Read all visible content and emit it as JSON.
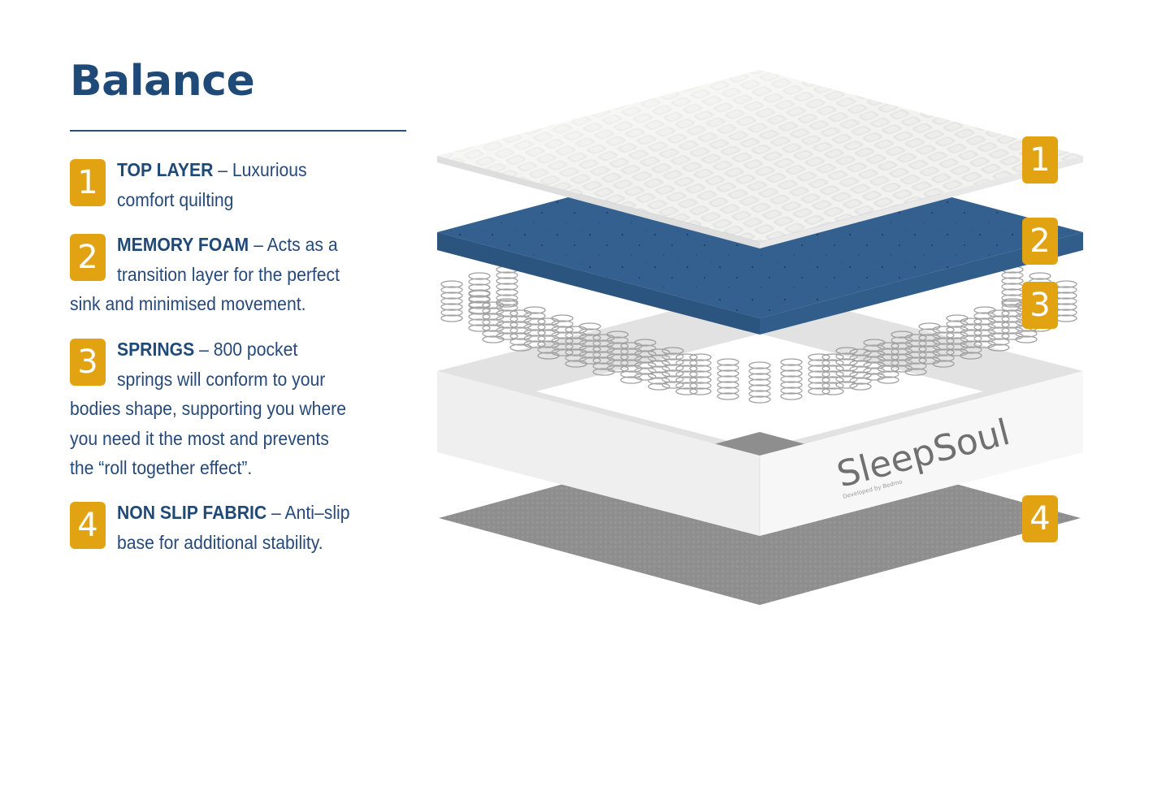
{
  "title": "Balance",
  "features": [
    {
      "number": "1",
      "heading": "TOP LAYER",
      "separator": " – ",
      "line1_rest": "Luxurious",
      "lines": [
        "comfort quilting"
      ]
    },
    {
      "number": "2",
      "heading": "MEMORY FOAM",
      "separator": " – ",
      "line1_rest": "Acts as a",
      "lines": [
        "transition layer for the perfect",
        "sink and minimised movement."
      ]
    },
    {
      "number": "3",
      "heading": "SPRINGS",
      "separator": " – ",
      "line1_rest": "800 pocket",
      "lines": [
        "springs will conform to your",
        "bodies shape, supporting you where",
        "you need it the most and prevents",
        "the “roll together effect”."
      ]
    },
    {
      "number": "4",
      "heading": "NON SLIP FABRIC",
      "separator": " – ",
      "line1_rest": "Anti–slip",
      "lines": [
        "base for additional stability."
      ]
    }
  ],
  "diagram": {
    "brand_logo": "SleepSoul",
    "brand_tagline": "Developed by Bedmo",
    "callouts": [
      "1",
      "2",
      "3",
      "4"
    ]
  },
  "colors": {
    "navy": "#1f4a78",
    "gold": "#e2a313",
    "foam_blue": "#2f5f8f",
    "base_gray": "#8c8c8c"
  }
}
